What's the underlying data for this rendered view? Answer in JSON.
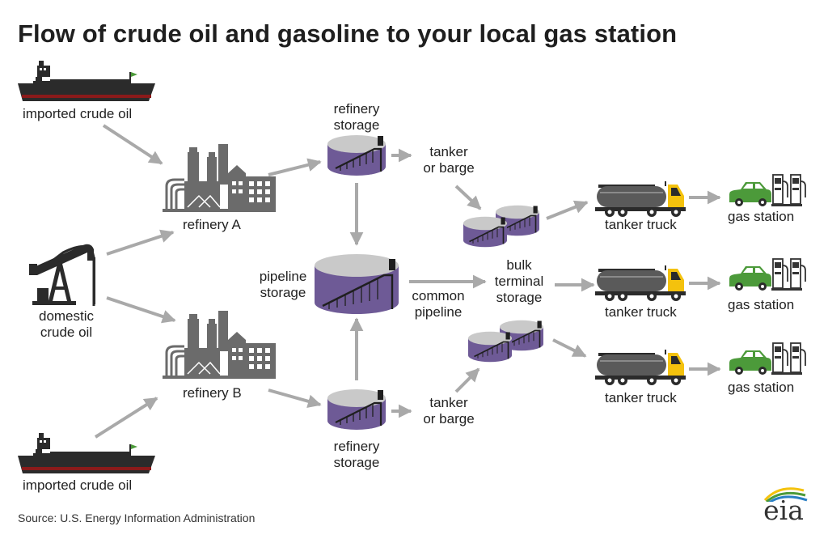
{
  "title": "Flow of crude oil and gasoline to your local gas station",
  "source": "Source: U.S. Energy Information Administration",
  "logo_text": "eia",
  "labels": {
    "imported_top": "imported crude oil",
    "domestic_1": "domestic",
    "domestic_2": "crude oil",
    "imported_bottom": "imported crude oil",
    "refinery_a": "refinery A",
    "refinery_b": "refinery B",
    "refinery_storage_top_1": "refinery",
    "refinery_storage_top_2": "storage",
    "refinery_storage_bottom_1": "refinery",
    "refinery_storage_bottom_2": "storage",
    "pipeline_storage_1": "pipeline",
    "pipeline_storage_2": "storage",
    "common_pipeline_1": "common",
    "common_pipeline_2": "pipeline",
    "tanker_barge_top_1": "tanker",
    "tanker_barge_top_2": "or barge",
    "tanker_barge_bottom_1": "tanker",
    "tanker_barge_bottom_2": "or barge",
    "bulk_terminal_1": "bulk",
    "bulk_terminal_2": "terminal",
    "bulk_terminal_3": "storage",
    "tanker_truck_1": "tanker truck",
    "tanker_truck_2": "tanker truck",
    "tanker_truck_3": "tanker truck",
    "gas_station_1": "gas station",
    "gas_station_2": "gas station",
    "gas_station_3": "gas station"
  },
  "colors": {
    "arrow": "#a9a9a9",
    "tank_body": "#6e5a96",
    "tank_top": "#c9c9c9",
    "factory": "#6b6b6b",
    "ship_hull": "#2b2b2b",
    "ship_stripe": "#8b1a1a",
    "truck_tank": "#5a5a5a",
    "truck_cab": "#f4c20d",
    "car": "#4c9a3a"
  },
  "icons": [
    "ship-icon",
    "oil-pump-icon",
    "refinery-icon",
    "storage-tank-icon",
    "tanker-truck-icon",
    "car-icon",
    "fuel-pump-icon",
    "eia-logo"
  ]
}
